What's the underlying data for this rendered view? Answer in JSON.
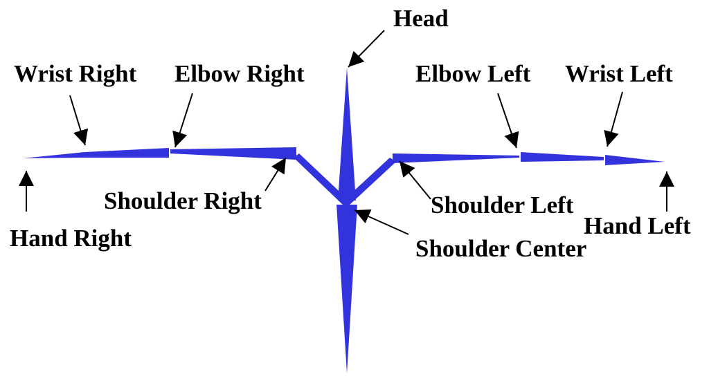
{
  "colors": {
    "bone": "#3333dd",
    "arrow": "#000000",
    "background": "#ffffff"
  },
  "labels": {
    "head": "Head",
    "wrist_right": "Wrist Right",
    "elbow_right": "Elbow Right",
    "elbow_left": "Elbow Left",
    "wrist_left": "Wrist Left",
    "shoulder_right": "Shoulder Right",
    "shoulder_left": "Shoulder Left",
    "hand_right": "Hand Right",
    "hand_left": "Hand Left",
    "shoulder_center": "Shoulder Center"
  }
}
